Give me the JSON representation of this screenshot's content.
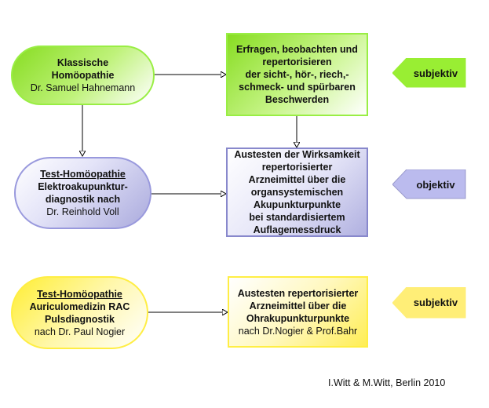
{
  "nodes": {
    "classic": {
      "lines": [
        "Klassische",
        "Homöopathie",
        "Dr. Samuel Hahnemann"
      ]
    },
    "ask": {
      "lines": [
        "Erfragen, beobachten und",
        "repertorisieren",
        "der sicht-, hör-, riech,-",
        "schmeck- und spürbaren",
        "Beschwerden"
      ]
    },
    "eav": {
      "lines": [
        "Test-Homöopathie",
        "Elektroakupunktur-",
        "diagnostik nach",
        "Dr. Reinhold Voll"
      ]
    },
    "test_eav": {
      "lines": [
        "Austesten der Wirksamkeit",
        "repertorisierter",
        "Arzneimittel über die",
        "organsystemischen",
        "Akupunkturpunkte",
        "bei standardisiertem",
        "Auflagemessdruck"
      ]
    },
    "rac": {
      "lines": [
        "Test-Homöopathie",
        "Auriculomedizin RAC",
        "Pulsdiagnostik",
        "nach Dr. Paul Nogier"
      ]
    },
    "test_rac": {
      "lines": [
        "Austesten repertorisierter",
        "Arzneimittel über die",
        "Ohrakupunkturpunkte",
        "nach Dr.Nogier & Prof.Bahr"
      ]
    }
  },
  "tags": [
    {
      "label": "subjektiv",
      "color": "#99ee33"
    },
    {
      "label": "objektiv",
      "color": "#bbbbee"
    },
    {
      "label": "subjektiv",
      "color": "#ffee77"
    }
  ],
  "credit": "I.Witt & M.Witt, Berlin 2010",
  "colors": {
    "green": "#88dd22",
    "purple": "#9999dd",
    "yellow": "#ffee44"
  }
}
